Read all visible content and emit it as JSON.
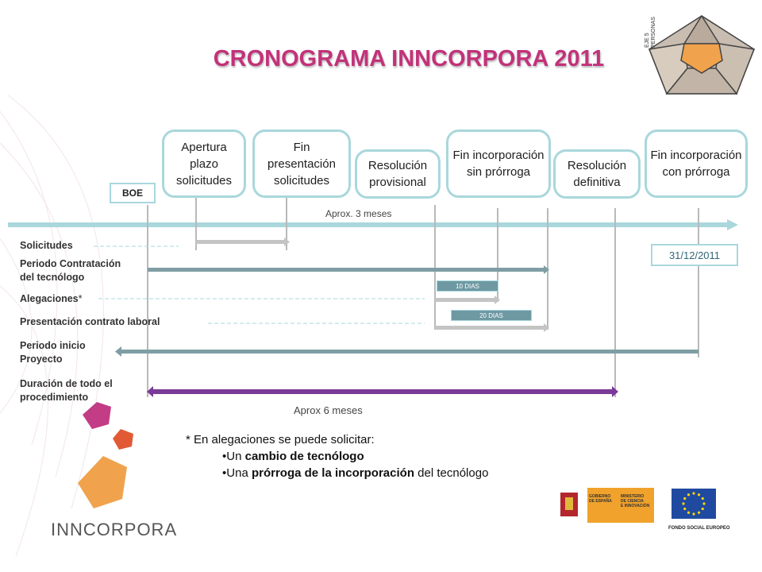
{
  "title": "CRONOGRAMA INNCORPORA 2011",
  "badge": {
    "line1": "EJE 5",
    "line2": "PERSONAS"
  },
  "milestones": {
    "boe": "BOE",
    "apertura": "Apertura plazo solicitudes",
    "fin_presentacion": "Fin presentación solicitudes",
    "res_provisional": "Resolución provisional",
    "fin_sin_prorroga": "Fin incorporación sin prórroga",
    "res_definitiva": "Resolución definitiva",
    "fin_con_prorroga": "Fin incorporación con prórroga"
  },
  "labels": {
    "aprox3": "Aprox. 3 meses",
    "aprox6": "Aprox 6 meses",
    "dias10": "10 DIAS",
    "dias20": "20 DIAS",
    "date": "31/12/2011"
  },
  "rows": {
    "solicitudes": "Solicitudes",
    "contratacion_1": "Periodo Contratación",
    "contratacion_2": "del tecnólogo",
    "alegaciones": "Alegaciones",
    "alegaciones_mark": "*",
    "contrato": "Presentación contrato laboral",
    "inicio_1": "Periodo inicio",
    "inicio_2": "Proyecto",
    "duracion_1": "Duración de todo el",
    "duracion_2": "procedimiento"
  },
  "note": {
    "intro": "* En alegaciones se puede solicitar:",
    "item1_pre": "Un ",
    "item1_bold": "cambio de tecnólogo",
    "item2_pre": "Una ",
    "item2_bold": "prórroga de la incorporación",
    "item2_post": " del tecnólogo"
  },
  "logo": {
    "name": "INNCORPORA"
  },
  "footer": {
    "gov_1": "GOBIERNO",
    "gov_2": "DE ESPAÑA",
    "min_1": "MINISTERIO",
    "min_2": "DE CIENCIA",
    "min_3": "E INNOVACIÓN",
    "fse": "FONDO SOCIAL EUROPEO"
  },
  "colors": {
    "title": "#c2327a",
    "bubble_border": "#a9d7dc",
    "timeline": "#a9d7dc",
    "bar_dark": "#7f9ea4",
    "bar_light": "#c4c4c4",
    "bar_purple": "#7b3a97",
    "pentagon_orange": "#f0a24c"
  }
}
